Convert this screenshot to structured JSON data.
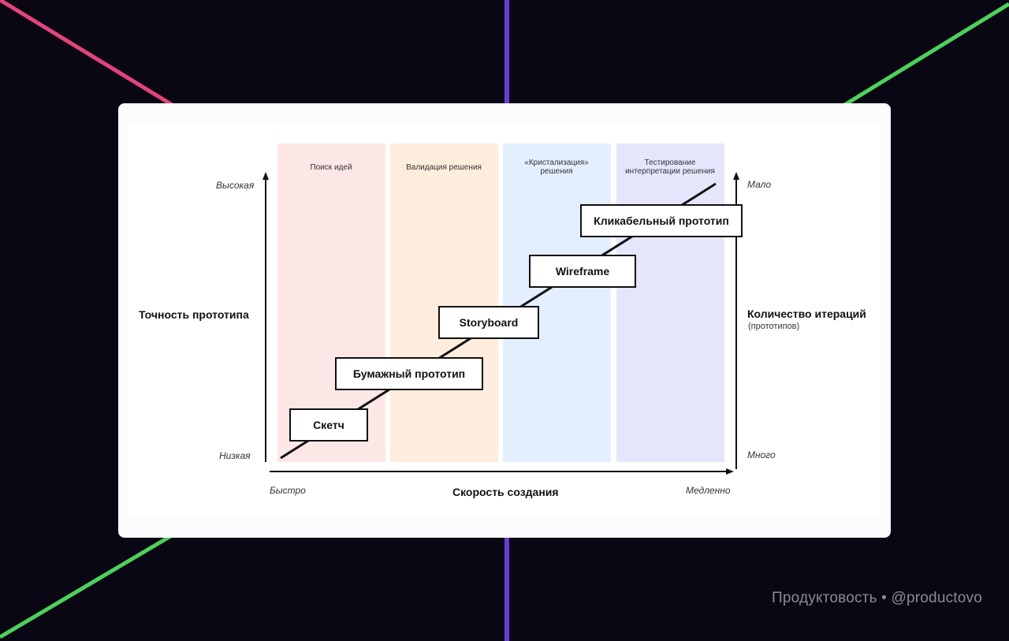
{
  "colors": {
    "background": "#0a0714",
    "stage_1": "#fde6e6",
    "stage_2": "#feeddc",
    "stage_3": "#e3efff",
    "stage_4": "#e5e6fc",
    "line_pink": "#e5437a",
    "line_green": "#4bd25a",
    "line_purple": "#6a3fd6"
  },
  "stages": [
    {
      "label": "Поиск идей"
    },
    {
      "label": "Валидация решения"
    },
    {
      "label": "«Кристализация»\nрешения"
    },
    {
      "label": "Тестирование\nинтерпретации решения"
    }
  ],
  "y_axis": {
    "title": "Точность прототипа",
    "high": "Высокая",
    "low": "Низкая"
  },
  "right_axis": {
    "title": "Количество итераций",
    "subtitle": "(прототипов)",
    "top": "Мало",
    "bottom": "Много"
  },
  "x_axis": {
    "title": "Скорость создания",
    "left": "Быстро",
    "right": "Медленно"
  },
  "prototypes": [
    {
      "label": "Скетч"
    },
    {
      "label": "Бумажный прототип"
    },
    {
      "label": "Storyboard"
    },
    {
      "label": "Wireframe"
    },
    {
      "label": "Кликабельный прототип"
    }
  ],
  "watermark": "Продуктовость • @productovo"
}
